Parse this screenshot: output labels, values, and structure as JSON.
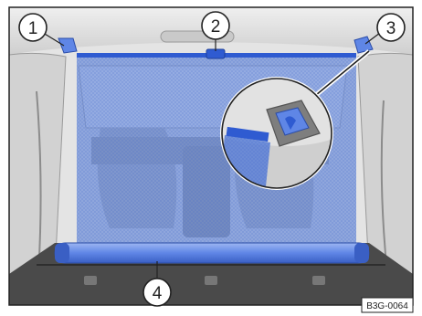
{
  "figure": {
    "reference_code": "B3G-0064",
    "callouts": [
      {
        "label": "1"
      },
      {
        "label": "2"
      },
      {
        "label": "3"
      },
      {
        "label": "4"
      }
    ]
  },
  "colors": {
    "border": "#222222",
    "interior_light": "#dedede",
    "interior_dark": "#8a8a8a",
    "net_fill": "#5b7fd6",
    "net_dark": "#2f5bd1",
    "roller": "#5f86e6",
    "floor": "#4a4a4a"
  }
}
